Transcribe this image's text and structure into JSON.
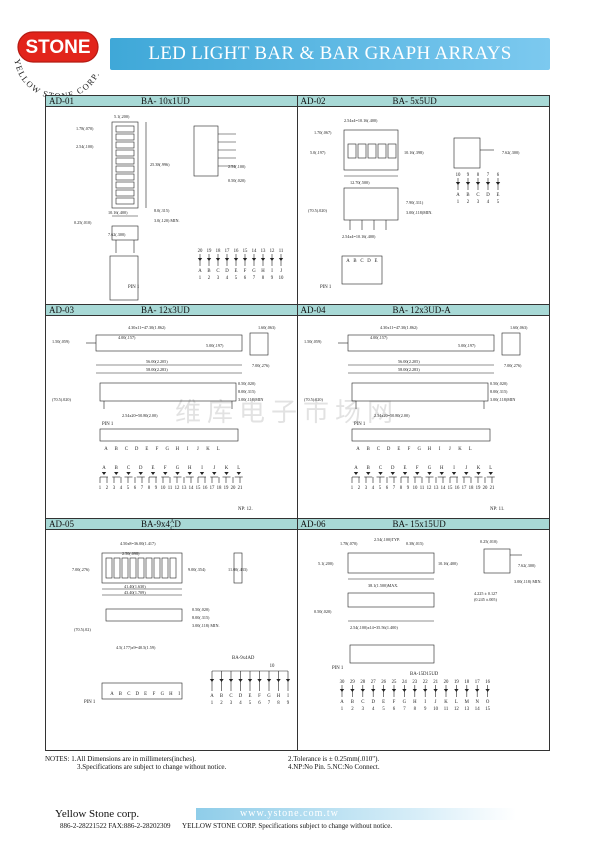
{
  "logo": {
    "brand": "STONE",
    "ring_text": "YELLOW STONE CORP.",
    "color": "#e2241b"
  },
  "header": {
    "title": "LED LIGHT BAR & BAR GRAPH ARRAYS",
    "bar_color": "#4fb3e0"
  },
  "panels": [
    {
      "code": "AD-01",
      "name": "BA- 10x1UD",
      "dims": [
        "5.1(.200)",
        "1.78(.070)",
        "2.54(.100)",
        "25.38(.996)",
        "10.16(.400)",
        "8.0(.315)",
        "0.25(.010)",
        "3.0(.120) MIN.",
        "7.62(.300)",
        "2.54(.100)",
        "0.50(.020)"
      ],
      "pin_numbers_top": [
        "20",
        "19",
        "18",
        "17",
        "16",
        "15",
        "14",
        "13",
        "12",
        "11"
      ],
      "pin_letters": [
        "A",
        "B",
        "C",
        "D",
        "E",
        "F",
        "G",
        "H",
        "I",
        "J"
      ],
      "pin_numbers_bottom": [
        "1",
        "2",
        "3",
        "4",
        "5",
        "6",
        "7",
        "8",
        "9",
        "10"
      ],
      "pin_label": "PIN 1"
    },
    {
      "code": "AD-02",
      "name": "BA- 5x5UD",
      "dims": [
        "2.54x4=10.16(.400)",
        "1.70(.067)",
        "5.0(.197)",
        "10.16(.398)",
        "12.70(.500)",
        "7.90(.311)",
        "(70.5(.020)",
        "3.00(.118)MIN.",
        "2.54x4=10.16(.400)",
        "7.62(.300)"
      ],
      "pin_numbers_top": [
        "10",
        "9",
        "8",
        "7",
        "6"
      ],
      "pin_letters": [
        "A",
        "B",
        "C",
        "D",
        "E"
      ],
      "pin_numbers_bottom": [
        "1",
        "2",
        "3",
        "4",
        "5"
      ],
      "small_letters": [
        "A",
        "B",
        "C",
        "D",
        "E"
      ],
      "pin_label": "PIN 1"
    },
    {
      "code": "AD-03",
      "name": "BA- 12x3UD",
      "dims": [
        "4.30x11=47.30(1.862)",
        "4.00(.157)",
        "1.50(.059)",
        "5.00(.197)",
        "56.00(2.205)",
        "58.00(2.283)",
        "1.60(.063)",
        "7.00(.276)",
        "0.50(.020)",
        "8.00(.315)",
        "3.00(.118)MIN",
        "(70.5(.020)",
        "2.54x20=50.80(2.00)"
      ],
      "pin_letters_row": [
        "A",
        "B",
        "C",
        "D",
        "E",
        "F",
        "G",
        "H",
        "I",
        "J",
        "K",
        "L"
      ],
      "schematic_letters": [
        "A",
        "B",
        "C",
        "D",
        "E",
        "F",
        "G",
        "H",
        "I",
        "J",
        "K",
        "L"
      ],
      "schematic_numbers": [
        "1",
        "2",
        "3",
        "4",
        "5",
        "6",
        "7",
        "8",
        "9",
        "10",
        "11",
        "12",
        "13",
        "14",
        "15",
        "16",
        "17",
        "18",
        "19",
        "20",
        "21"
      ],
      "note": "NP: 12.",
      "pin_label": "PIN 1"
    },
    {
      "code": "AD-04",
      "name": "BA- 12x3UD-A",
      "dims": [
        "4.30x11=47.30(1.862)",
        "4.00(.157)",
        "1.50(.059)",
        "5.00(.197)",
        "56.00(2.205)",
        "58.00(2.283)",
        "1.60(.063)",
        "7.00(.276)",
        "0.50(.020)",
        "8.00(.315)",
        "3.00(.118)MIN",
        "(70.5(.020)",
        "2.54x20=50.80(2.00)"
      ],
      "pin_letters_row": [
        "A",
        "B",
        "C",
        "D",
        "E",
        "F",
        "G",
        "H",
        "I",
        "J",
        "K",
        "L"
      ],
      "schematic_letters": [
        "A",
        "B",
        "C",
        "D",
        "E",
        "F",
        "G",
        "H",
        "I",
        "J",
        "K",
        "L"
      ],
      "schematic_numbers": [
        "1",
        "2",
        "3",
        "4",
        "5",
        "6",
        "7",
        "8",
        "9",
        "10",
        "11",
        "12",
        "13",
        "14",
        "15",
        "16",
        "17",
        "18",
        "19",
        "20",
        "21"
      ],
      "note": "NP: 11.",
      "pin_label": "PIN 1"
    },
    {
      "code": "AD-05",
      "name": "BA-9x4",
      "name_sup": "A",
      "name_sub": "C",
      "name_tail": "D",
      "dims": [
        "4.50x8=36.00(1.417)",
        "2.50(.098)",
        "7.00(.276)",
        "9.00(.354)",
        "11.00(.433)",
        "41.40(1.630)",
        "43.40(1.709)",
        "0.50(.020)",
        "8.00(.315)",
        "3.00(.118) MIN.",
        "(70.5(.02)",
        "4.5(.177)x9=40.5(1.59)"
      ],
      "schematic_title": "BA-9x4AD",
      "pin_letters": [
        "A",
        "B",
        "C",
        "D",
        "E",
        "F",
        "G",
        "H",
        "I"
      ],
      "schematic_letters": [
        "A",
        "B",
        "C",
        "D",
        "E",
        "F",
        "G",
        "H",
        "I"
      ],
      "schematic_numbers": [
        "1",
        "2",
        "3",
        "4",
        "5",
        "6",
        "7",
        "8",
        "9"
      ],
      "schematic_top": [
        "10"
      ],
      "pin_label": "PIN 1"
    },
    {
      "code": "AD-06",
      "name": "BA- 15x15UD",
      "dims": [
        "1.78(.070)",
        "2.54(.100)TYP.",
        "0.38(.015)",
        "5.1(.200)",
        "10.16(.400)",
        "38.1(1.500)MAX.",
        "0.50(.020)",
        "2.54(.100)x14=35.56(1.400)",
        "0.25(.010)",
        "7.62(.300)",
        "3.00(.118) MIN.",
        "4.225 ± 0.127",
        "(0.245 ±.005)"
      ],
      "schematic_title": "BA-15D15UD",
      "pin_numbers_top": [
        "30",
        "29",
        "28",
        "27",
        "26",
        "25",
        "24",
        "23",
        "22",
        "21",
        "20",
        "19",
        "18",
        "17",
        "16"
      ],
      "pin_letters": [
        "A",
        "B",
        "C",
        "D",
        "E",
        "F",
        "G",
        "H",
        "I",
        "J",
        "K",
        "L",
        "M",
        "N",
        "O"
      ],
      "pin_numbers_bottom": [
        "1",
        "2",
        "3",
        "4",
        "5",
        "6",
        "7",
        "8",
        "9",
        "10",
        "11",
        "12",
        "13",
        "14",
        "15"
      ],
      "pin_label": "PIN 1"
    }
  ],
  "watermark": "维库电子市场网",
  "notes": {
    "n1": "NOTES:  1.All Dimensions are in millimeters(inches).",
    "n3": "3.Specifications are subject to change without notice.",
    "n2": "2.Tolerance is ± 0.25mm(.010\").",
    "n4": "4.NP:No Pin.          5.NC:No Connect."
  },
  "footer": {
    "company": "Yellow Stone corp.",
    "url": "www.ystone.com.tw",
    "tel_fax": "886-2-28221522 FAX:886-2-28202309",
    "disclaimer": "YELLOW  STONE CORP. Specifications subject to change without notice."
  }
}
